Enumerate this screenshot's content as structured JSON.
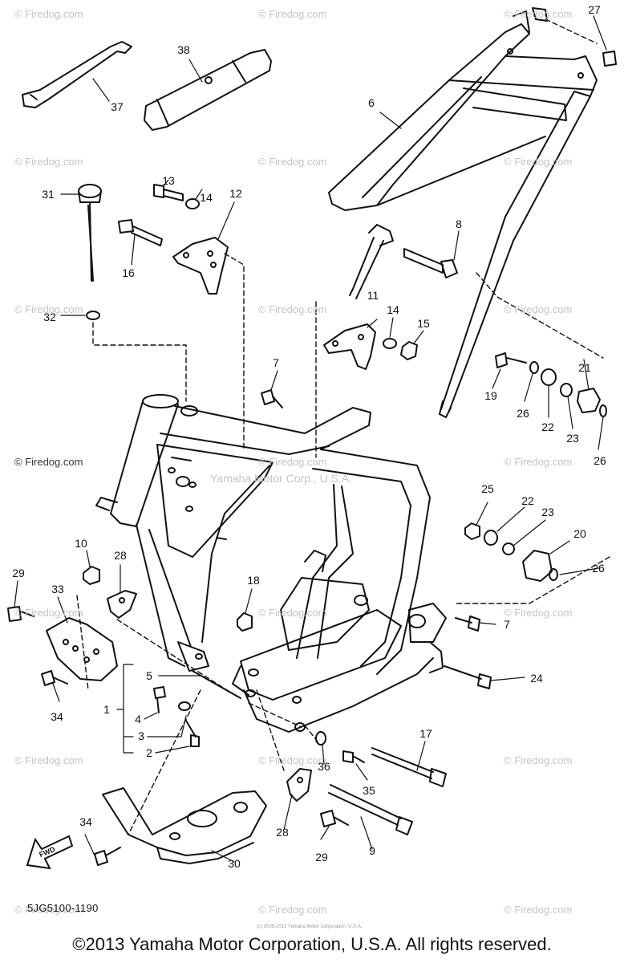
{
  "watermark": "© Firedog.com",
  "overlay_text": "Yamaha Motor Corp., U.S.A.",
  "diagram_code": "5JG5100-1190",
  "fwd_label": "FWD",
  "copyright": "©2013 Yamaha Motor Corporation, U.S.A. All rights reserved.",
  "tiny_text": "(c) 2005-2013 Yamaha Motor Corporation, U.S.A.",
  "callouts": [
    "1",
    "2",
    "3",
    "4",
    "5",
    "6",
    "7",
    "7",
    "8",
    "9",
    "10",
    "11",
    "12",
    "13",
    "14",
    "14",
    "15",
    "16",
    "17",
    "18",
    "19",
    "20",
    "21",
    "22",
    "22",
    "23",
    "23",
    "24",
    "25",
    "26",
    "26",
    "26",
    "27",
    "28",
    "28",
    "29",
    "29",
    "30",
    "31",
    "32",
    "33",
    "34",
    "34",
    "35",
    "36",
    "37",
    "38"
  ]
}
